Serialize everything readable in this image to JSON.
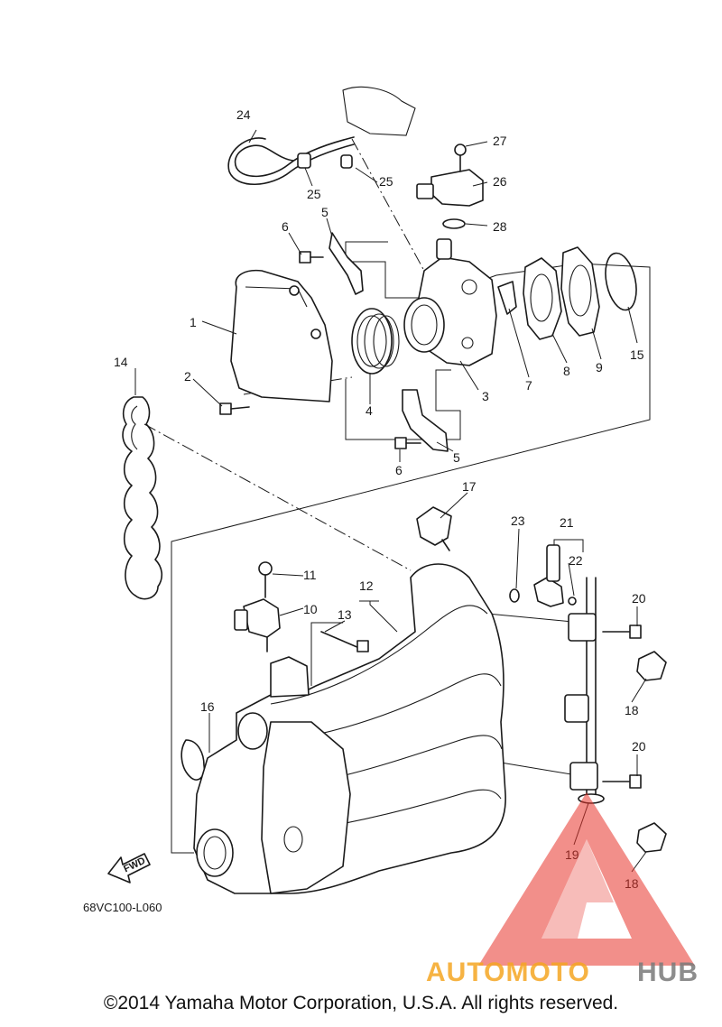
{
  "labels": {
    "n1": "1",
    "n2": "2",
    "n3": "3",
    "n4": "4",
    "n5a": "5",
    "n5b": "5",
    "n6a": "6",
    "n6b": "6",
    "n7": "7",
    "n8": "8",
    "n9": "9",
    "n10": "10",
    "n11": "11",
    "n12": "12",
    "n13": "13",
    "n14": "14",
    "n15": "15",
    "n16": "16",
    "n17": "17",
    "n18a": "18",
    "n18b": "18",
    "n19": "19",
    "n20a": "20",
    "n20b": "20",
    "n21": "21",
    "n22": "22",
    "n23": "23",
    "n24": "24",
    "n25a": "25",
    "n25b": "25",
    "n26": "26",
    "n27": "27",
    "n28": "28"
  },
  "diagram_code": "68VC100-L060",
  "fwd_label": "FWD",
  "copyright": "©2014 Yamaha Motor Corporation, U.S.A. All rights reserved.",
  "watermark": {
    "part1": "AUTOMOTO",
    "part2": "HUB"
  },
  "colors": {
    "line": "#1a1a1a",
    "watermark_red": "#e8352c",
    "watermark_orange": "#f5a623",
    "watermark_gray": "#7a7a7a"
  }
}
